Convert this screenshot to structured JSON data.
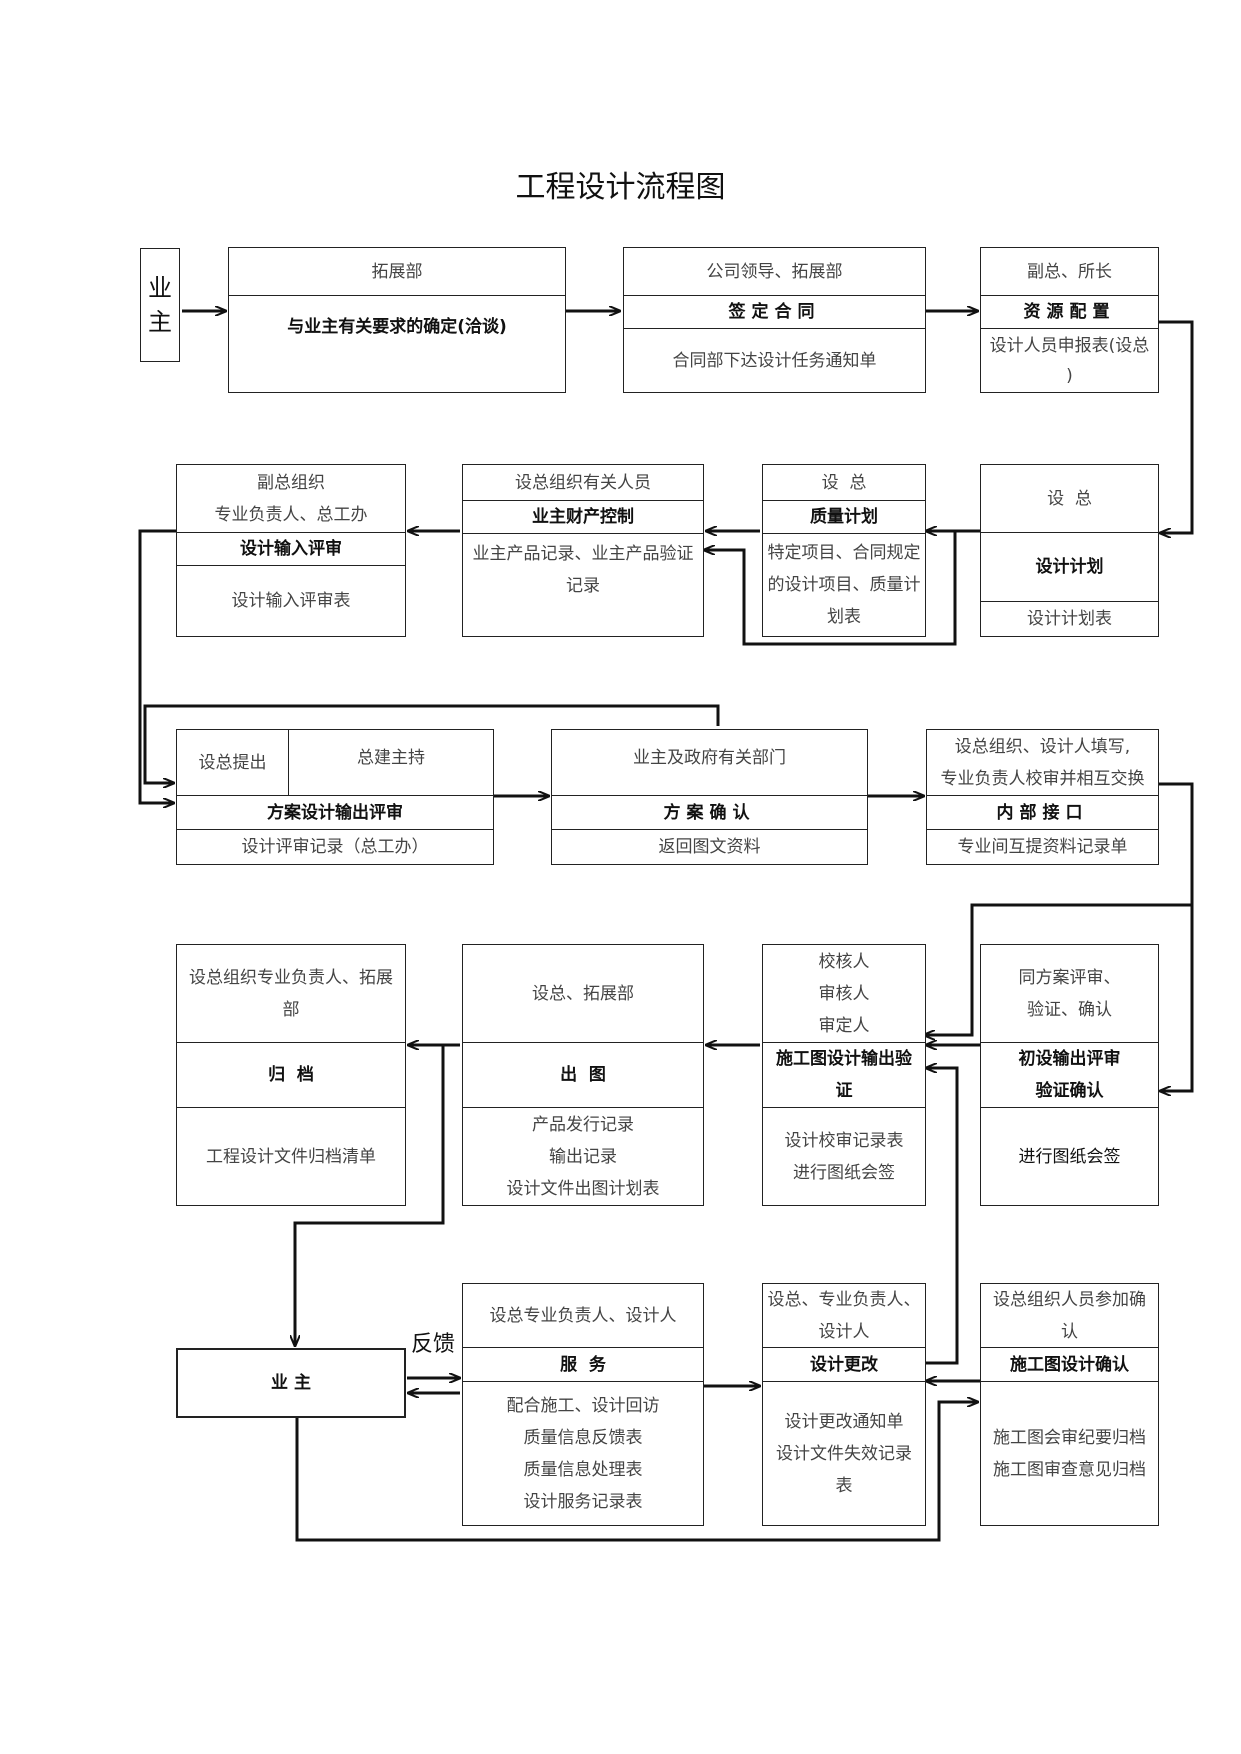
{
  "title": "工程设计流程图",
  "owner_label": "业主",
  "feedback_label": "反馈",
  "row1": {
    "b1": {
      "top": "拓展部",
      "mid": "与业主有关要求的确定(洽谈)"
    },
    "b2": {
      "top": "公司领导、拓展部",
      "mid": "签定合同",
      "bottom": "合同部下达设计任务通知单"
    },
    "b3": {
      "top": "副总、所长",
      "mid": "资源配置",
      "bottom1": "设计人员申报表(设总",
      "bottom2": ")"
    }
  },
  "row2": {
    "b1": {
      "top1": "副总组织",
      "top2": "专业负责人、总工办",
      "mid": "设计输入评审",
      "bottom": "设计输入评审表"
    },
    "b2": {
      "top": "设总组织有关人员",
      "mid": "业主财产控制",
      "bottom1": "业主产品记录、业主产品验证",
      "bottom2": "记录"
    },
    "b3": {
      "top": "设  总",
      "mid": "质量计划",
      "bottom1": "特定项目、合同规定",
      "bottom2": "的设计项目、质量计",
      "bottom3": "划表"
    },
    "b4": {
      "top": "设  总",
      "mid": "设计计划",
      "bottom": "设计计划表"
    }
  },
  "row3": {
    "b1": {
      "top_left": "设总提出",
      "top_right": "总建主持",
      "mid": "方案设计输出评审",
      "bottom": "设计评审记录（总工办）"
    },
    "b2": {
      "top": "业主及政府有关部门",
      "mid": "方案确认",
      "bottom": "返回图文资料"
    },
    "b3": {
      "top1": "设总组织、设计人填写,",
      "top2": "专业负责人校审并相互交换",
      "mid": "内部接口",
      "bottom": "专业间互提资料记录单"
    }
  },
  "row4": {
    "b1": {
      "top1": "设总组织专业负责人、拓展",
      "top2": "部",
      "mid": "归  档",
      "bottom": "工程设计文件归档清单"
    },
    "b2": {
      "top": "设总、拓展部",
      "mid": "出  图",
      "bottom1": "产品发行记录",
      "bottom2": "输出记录",
      "bottom3": "设计文件出图计划表"
    },
    "b3": {
      "top1": "校核人",
      "top2": "审核人",
      "top3": "审定人",
      "mid1": "施工图设计输出验",
      "mid2": "证",
      "bottom1": "设计校审记录表",
      "bottom2": "进行图纸会签"
    },
    "b4": {
      "top1": "同方案评审、",
      "top2": "验证、确认",
      "mid1": "初设输出评审",
      "mid2": "验证确认",
      "bottom": "进行图纸会签"
    }
  },
  "row5": {
    "owner": "业 主",
    "b2": {
      "top": "设总专业负责人、设计人",
      "mid": "服  务",
      "bottom1": "配合施工、设计回访",
      "bottom2": "质量信息反馈表",
      "bottom3": "质量信息处理表",
      "bottom4": "设计服务记录表"
    },
    "b3": {
      "top1": "设总、专业负责人、",
      "top2": "设计人",
      "mid": "设计更改",
      "bottom1": "设计更改通知单",
      "bottom2": "设计文件失效记录",
      "bottom3": "表"
    },
    "b4": {
      "top1": "设总组织人员参加确",
      "top2": "认",
      "mid": "施工图设计确认",
      "bottom1": "施工图会审纪要归档",
      "bottom2": "施工图审查意见归档"
    }
  }
}
